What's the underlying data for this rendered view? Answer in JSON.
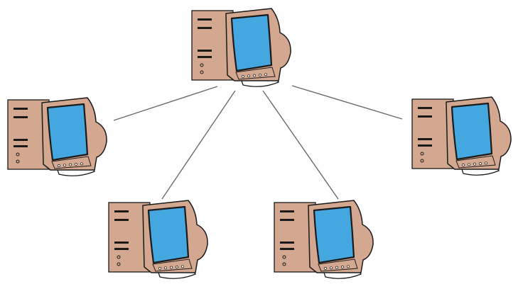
{
  "diagram": {
    "type": "star-network",
    "hub": "computer-center",
    "nodes": [
      {
        "id": "computer-center",
        "icon": "desktop-computer-icon"
      },
      {
        "id": "computer-left",
        "icon": "desktop-computer-icon"
      },
      {
        "id": "computer-right",
        "icon": "desktop-computer-icon"
      },
      {
        "id": "computer-bottom-left",
        "icon": "desktop-computer-icon"
      },
      {
        "id": "computer-bottom-right",
        "icon": "desktop-computer-icon"
      }
    ],
    "edges": [
      {
        "from": "computer-center",
        "to": "computer-left"
      },
      {
        "from": "computer-center",
        "to": "computer-bottom-left"
      },
      {
        "from": "computer-center",
        "to": "computer-bottom-right"
      },
      {
        "from": "computer-center",
        "to": "computer-right"
      }
    ],
    "colors": {
      "case": "#D4A890",
      "screen": "#45A7E0",
      "outline": "#1a1a1a",
      "link": "#6b6b6b",
      "background": "#ffffff"
    }
  }
}
